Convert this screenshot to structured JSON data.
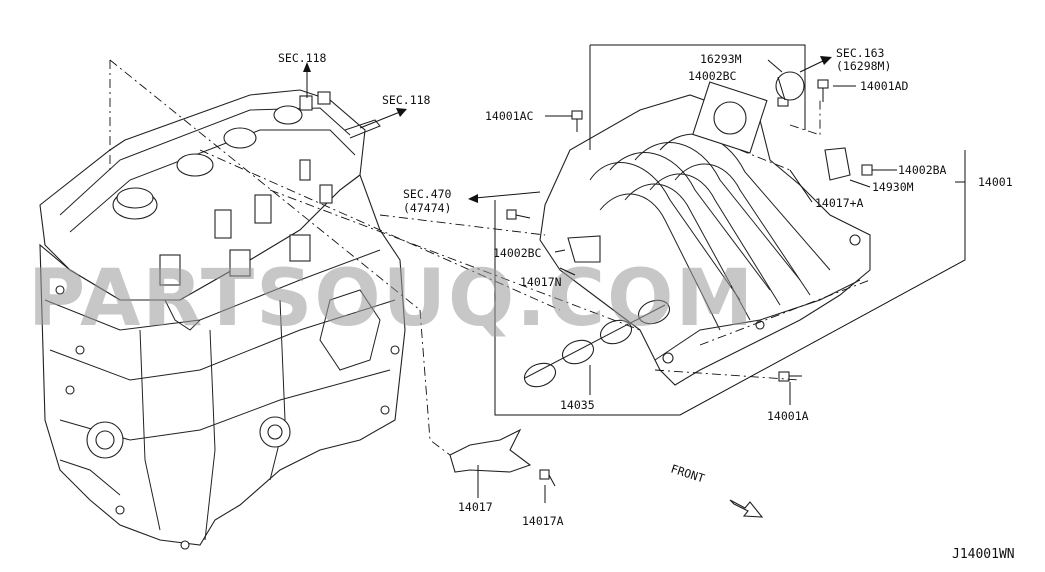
{
  "diagram": {
    "callouts": {
      "sec118_top": "SEC.118",
      "sec118_right": "SEC.118",
      "sec470": "SEC.470",
      "sec470_ref": "(47474)",
      "sec163": "SEC.163",
      "sec163_ref": "(16298M)",
      "p14001AC": "14001AC",
      "p16293M": "16293M",
      "p14002BC_top": "14002BC",
      "p14001AD": "14001AD",
      "p14002BA": "14002BA",
      "p14930M": "14930M",
      "p14001": "14001",
      "p14017A_plus": "14017+A",
      "p14002BC_left": "14002BC",
      "p14017N": "14017N",
      "p14035": "14035",
      "p14001A": "14001A",
      "p14017": "14017",
      "p14017A": "14017A",
      "front": "FRONT"
    },
    "watermark": "PARTSOUQ.COM",
    "diagram_code": "J14001WN"
  }
}
